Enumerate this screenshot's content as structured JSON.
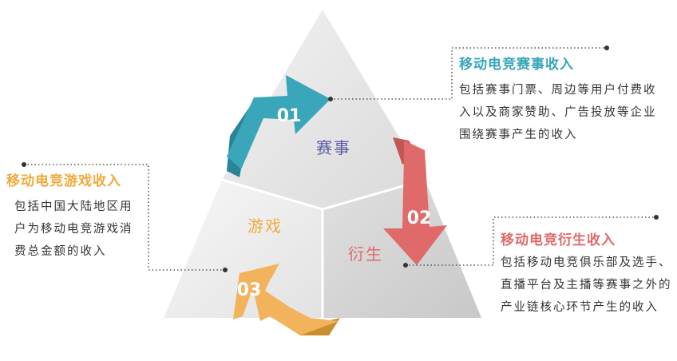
{
  "colors": {
    "event": "#3aa6b9",
    "derivative": "#e06a6a",
    "game": "#f2b35c",
    "triangle": "#e6e6e6",
    "text": "#333333"
  },
  "triangle": {
    "top_label": "赛事",
    "left_label": "游戏",
    "right_label": "衍生"
  },
  "arrows": [
    {
      "number": "01"
    },
    {
      "number": "02"
    },
    {
      "number": "03"
    }
  ],
  "callouts": {
    "event": {
      "title": "移动电竞赛事收入",
      "body": "包括赛事门票、周边等用户付费收入以及商家赞助、广告投放等企业围绕赛事产生的收入"
    },
    "game": {
      "title": "移动电竞游戏收入",
      "body": "包括中国大陆地区用户为移动电竞游戏消费总金额的收入"
    },
    "derivative": {
      "title": "移动电竞衍生收入",
      "body": "包括移动电竞俱乐部及选手、直播平台及主播等赛事之外的产业链核心环节产生的收入"
    }
  }
}
